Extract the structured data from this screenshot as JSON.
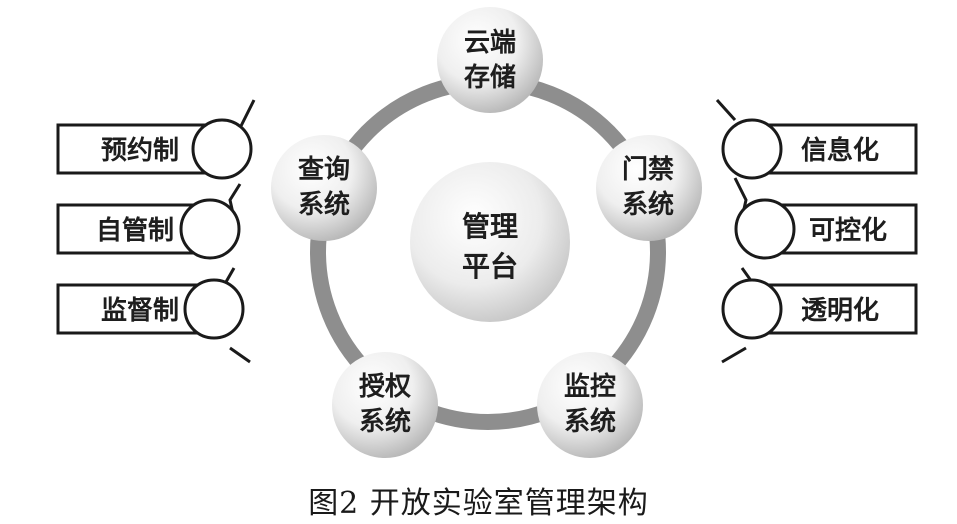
{
  "center": {
    "line1": "管理",
    "line2": "平台"
  },
  "nodes": {
    "cloud": {
      "line1": "云端",
      "line2": "存储"
    },
    "access": {
      "line1": "门禁",
      "line2": "系统"
    },
    "monitor": {
      "line1": "监控",
      "line2": "系统"
    },
    "auth": {
      "line1": "授权",
      "line2": "系统"
    },
    "query": {
      "line1": "查询",
      "line2": "系统"
    }
  },
  "left_boxes": [
    "预约制",
    "自管制",
    "监督制"
  ],
  "right_boxes": [
    "信息化",
    "可控化",
    "透明化"
  ],
  "caption": "图2  开放实验室管理架构"
}
